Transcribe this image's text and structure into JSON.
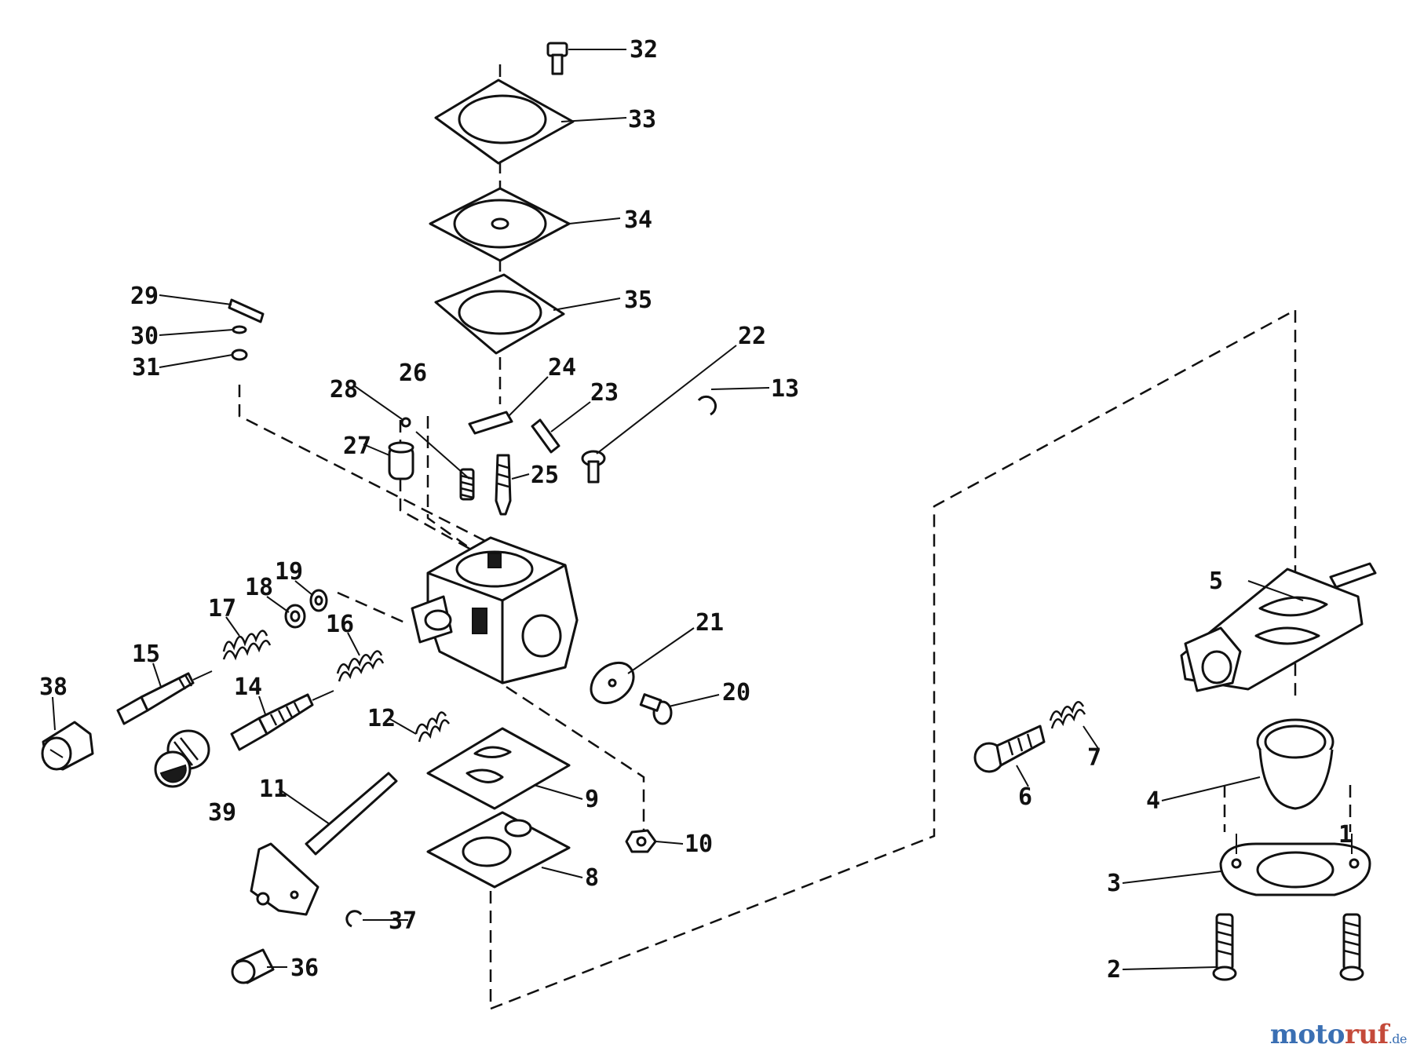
{
  "diagram": {
    "callouts": [
      {
        "id": "1",
        "label": "1"
      },
      {
        "id": "2",
        "label": "2"
      },
      {
        "id": "3",
        "label": "3"
      },
      {
        "id": "4",
        "label": "4"
      },
      {
        "id": "5",
        "label": "5"
      },
      {
        "id": "6",
        "label": "6"
      },
      {
        "id": "7",
        "label": "7"
      },
      {
        "id": "8",
        "label": "8"
      },
      {
        "id": "9",
        "label": "9"
      },
      {
        "id": "10",
        "label": "10"
      },
      {
        "id": "11",
        "label": "11"
      },
      {
        "id": "12",
        "label": "12"
      },
      {
        "id": "13",
        "label": "13"
      },
      {
        "id": "14",
        "label": "14"
      },
      {
        "id": "15",
        "label": "15"
      },
      {
        "id": "16",
        "label": "16"
      },
      {
        "id": "17",
        "label": "17"
      },
      {
        "id": "18",
        "label": "18"
      },
      {
        "id": "19",
        "label": "19"
      },
      {
        "id": "20",
        "label": "20"
      },
      {
        "id": "21",
        "label": "21"
      },
      {
        "id": "22",
        "label": "22"
      },
      {
        "id": "23",
        "label": "23"
      },
      {
        "id": "24",
        "label": "24"
      },
      {
        "id": "25",
        "label": "25"
      },
      {
        "id": "26",
        "label": "26"
      },
      {
        "id": "27",
        "label": "27"
      },
      {
        "id": "28",
        "label": "28"
      },
      {
        "id": "29",
        "label": "29"
      },
      {
        "id": "30",
        "label": "30"
      },
      {
        "id": "31",
        "label": "31"
      },
      {
        "id": "32",
        "label": "32"
      },
      {
        "id": "33",
        "label": "33"
      },
      {
        "id": "34",
        "label": "34"
      },
      {
        "id": "35",
        "label": "35"
      },
      {
        "id": "36",
        "label": "36"
      },
      {
        "id": "37",
        "label": "37"
      },
      {
        "id": "38",
        "label": "38"
      },
      {
        "id": "39",
        "label": "39"
      }
    ]
  },
  "watermark": {
    "part_a": "moto",
    "part_b": "ruf",
    "part_c": ".de"
  },
  "colors": {
    "line": "#111111",
    "background": "#ffffff",
    "watermark_blue": "#3a6fb3",
    "watermark_red": "#c44a3a"
  }
}
